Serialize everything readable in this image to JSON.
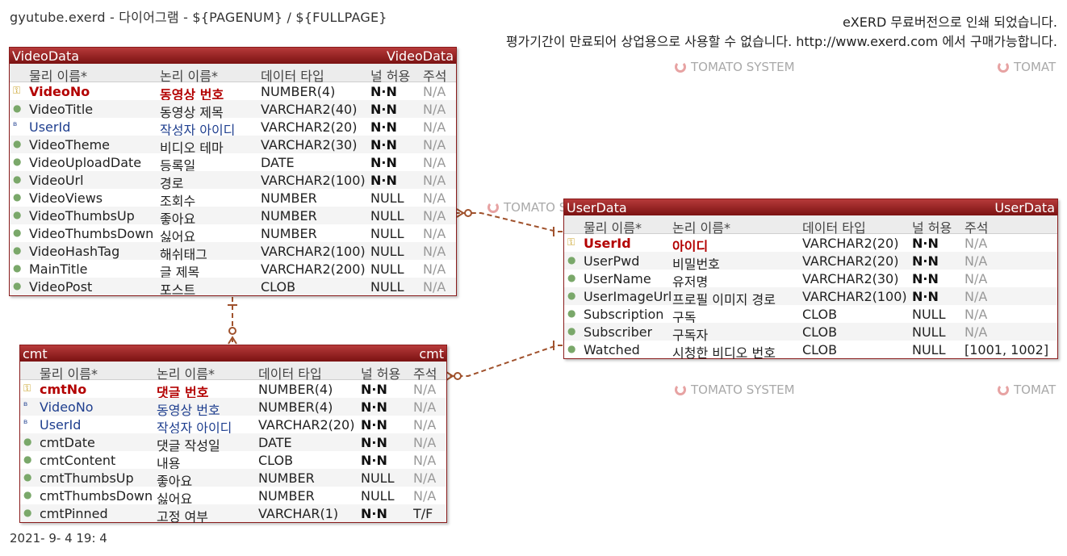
{
  "header": {
    "doc_title": "gyutube.exerd - 다이어그램 - ${PAGENUM} / ${FULLPAGE}",
    "notice_line1": "eXERD 무료버전으로 인쇄 되었습니다.",
    "notice_line2": "평가기간이 만료되어 상업용으로 사용할 수 없습니다. http://www.exerd.com 에서 구매가능합니다."
  },
  "watermark": "TOMATO SYSTEM",
  "watermark_partial": "TOMAT",
  "footer": {
    "date": "2021- 9- 4 19: 4"
  },
  "colors": {
    "title_bar": "#8a1c1c",
    "pk_text": "#b30000",
    "fk_text": "#1f3f8f",
    "relation": "#a0522d"
  },
  "column_headers": {
    "physical": "물리 이름*",
    "logical": "논리 이름*",
    "type": "데이터 타입",
    "nullable": "널 허용",
    "comment": "주석"
  },
  "entities": {
    "videodata": {
      "name": "VideoData",
      "logical_name": "VideoData",
      "columns": [
        {
          "key": "pk",
          "icon": "key-icon",
          "physical": "VideoNo",
          "logical": "동영상 번호",
          "type": "NUMBER(4)",
          "null": "N·N",
          "comment": "N/A"
        },
        {
          "key": "",
          "icon": "dot-icon",
          "physical": "VideoTitle",
          "logical": "동영상 제목",
          "type": "VARCHAR2(40)",
          "null": "N·N",
          "comment": "N/A"
        },
        {
          "key": "fk",
          "icon": "fk-icon",
          "physical": "UserId",
          "logical": "작성자 아이디",
          "type": "VARCHAR2(20)",
          "null": "N·N",
          "comment": "N/A"
        },
        {
          "key": "",
          "icon": "dot-icon",
          "physical": "VideoTheme",
          "logical": "비디오 테마",
          "type": "VARCHAR2(30)",
          "null": "N·N",
          "comment": "N/A"
        },
        {
          "key": "",
          "icon": "dot-icon",
          "physical": "VideoUploadDate",
          "logical": "등록일",
          "type": "DATE",
          "null": "N·N",
          "comment": "N/A"
        },
        {
          "key": "",
          "icon": "dot-icon",
          "physical": "VideoUrl",
          "logical": "경로",
          "type": "VARCHAR2(100)",
          "null": "N·N",
          "comment": "N/A"
        },
        {
          "key": "",
          "icon": "dot-icon",
          "physical": "VideoViews",
          "logical": "조회수",
          "type": "NUMBER",
          "null": "NULL",
          "comment": "N/A"
        },
        {
          "key": "",
          "icon": "dot-icon",
          "physical": "VideoThumbsUp",
          "logical": "좋아요",
          "type": "NUMBER",
          "null": "NULL",
          "comment": "N/A"
        },
        {
          "key": "",
          "icon": "dot-icon",
          "physical": "VideoThumbsDown",
          "logical": "싫어요",
          "type": "NUMBER",
          "null": "NULL",
          "comment": "N/A"
        },
        {
          "key": "",
          "icon": "dot-icon",
          "physical": "VideoHashTag",
          "logical": "해쉬태그",
          "type": "VARCHAR2(100)",
          "null": "NULL",
          "comment": "N/A"
        },
        {
          "key": "",
          "icon": "dot-icon",
          "physical": "MainTitle",
          "logical": "글 제목",
          "type": "VARCHAR2(200)",
          "null": "NULL",
          "comment": "N/A"
        },
        {
          "key": "",
          "icon": "dot-icon",
          "physical": "VideoPost",
          "logical": "포스트",
          "type": "CLOB",
          "null": "NULL",
          "comment": "N/A"
        }
      ]
    },
    "userdata": {
      "name": "UserData",
      "logical_name": "UserData",
      "columns": [
        {
          "key": "pk",
          "icon": "key-icon",
          "physical": "UserId",
          "logical": "아이디",
          "type": "VARCHAR2(20)",
          "null": "N·N",
          "comment": "N/A"
        },
        {
          "key": "",
          "icon": "dot-icon",
          "physical": "UserPwd",
          "logical": "비밀번호",
          "type": "VARCHAR2(20)",
          "null": "N·N",
          "comment": "N/A"
        },
        {
          "key": "",
          "icon": "dot-icon",
          "physical": "UserName",
          "logical": "유저명",
          "type": "VARCHAR2(30)",
          "null": "N·N",
          "comment": "N/A"
        },
        {
          "key": "",
          "icon": "dot-icon",
          "physical": "UserImageUrl",
          "logical": "프로필 이미지 경로",
          "type": "VARCHAR2(100)",
          "null": "N·N",
          "comment": "N/A"
        },
        {
          "key": "",
          "icon": "dot-icon",
          "physical": "Subscription",
          "logical": "구독",
          "type": "CLOB",
          "null": "NULL",
          "comment": "N/A"
        },
        {
          "key": "",
          "icon": "dot-icon",
          "physical": "Subscriber",
          "logical": "구독자",
          "type": "CLOB",
          "null": "NULL",
          "comment": "N/A"
        },
        {
          "key": "",
          "icon": "dot-icon",
          "physical": "Watched",
          "logical": "시청한 비디오 번호",
          "type": "CLOB",
          "null": "NULL",
          "comment": "[1001, 1002]"
        }
      ]
    },
    "cmt": {
      "name": "cmt",
      "logical_name": "cmt",
      "columns": [
        {
          "key": "pk",
          "icon": "key-icon",
          "physical": "cmtNo",
          "logical": "댓글 번호",
          "type": "NUMBER(4)",
          "null": "N·N",
          "comment": "N/A"
        },
        {
          "key": "fk",
          "icon": "fk-icon",
          "physical": "VideoNo",
          "logical": "동영상 번호",
          "type": "NUMBER(4)",
          "null": "N·N",
          "comment": "N/A"
        },
        {
          "key": "fk",
          "icon": "fk-icon",
          "physical": "UserId",
          "logical": "작성자 아이디",
          "type": "VARCHAR2(20)",
          "null": "N·N",
          "comment": "N/A"
        },
        {
          "key": "",
          "icon": "dot-icon",
          "physical": "cmtDate",
          "logical": "댓글 작성일",
          "type": "DATE",
          "null": "N·N",
          "comment": "N/A"
        },
        {
          "key": "",
          "icon": "dot-icon",
          "physical": "cmtContent",
          "logical": "내용",
          "type": "CLOB",
          "null": "N·N",
          "comment": "N/A"
        },
        {
          "key": "",
          "icon": "dot-icon",
          "physical": "cmtThumbsUp",
          "logical": "좋아요",
          "type": "NUMBER",
          "null": "NULL",
          "comment": "N/A"
        },
        {
          "key": "",
          "icon": "dot-icon",
          "physical": "cmtThumbsDown",
          "logical": "싫어요",
          "type": "NUMBER",
          "null": "NULL",
          "comment": "N/A"
        },
        {
          "key": "",
          "icon": "dot-icon",
          "physical": "cmtPinned",
          "logical": "고정 여부",
          "type": "VARCHAR(1)",
          "null": "N·N",
          "comment": "T/F"
        }
      ]
    }
  },
  "relations": [
    {
      "from": "userdata",
      "to": "videodata",
      "cardinality": "one-to-many"
    },
    {
      "from": "videodata",
      "to": "cmt",
      "cardinality": "one-to-many"
    },
    {
      "from": "userdata",
      "to": "cmt",
      "cardinality": "one-to-many"
    }
  ]
}
